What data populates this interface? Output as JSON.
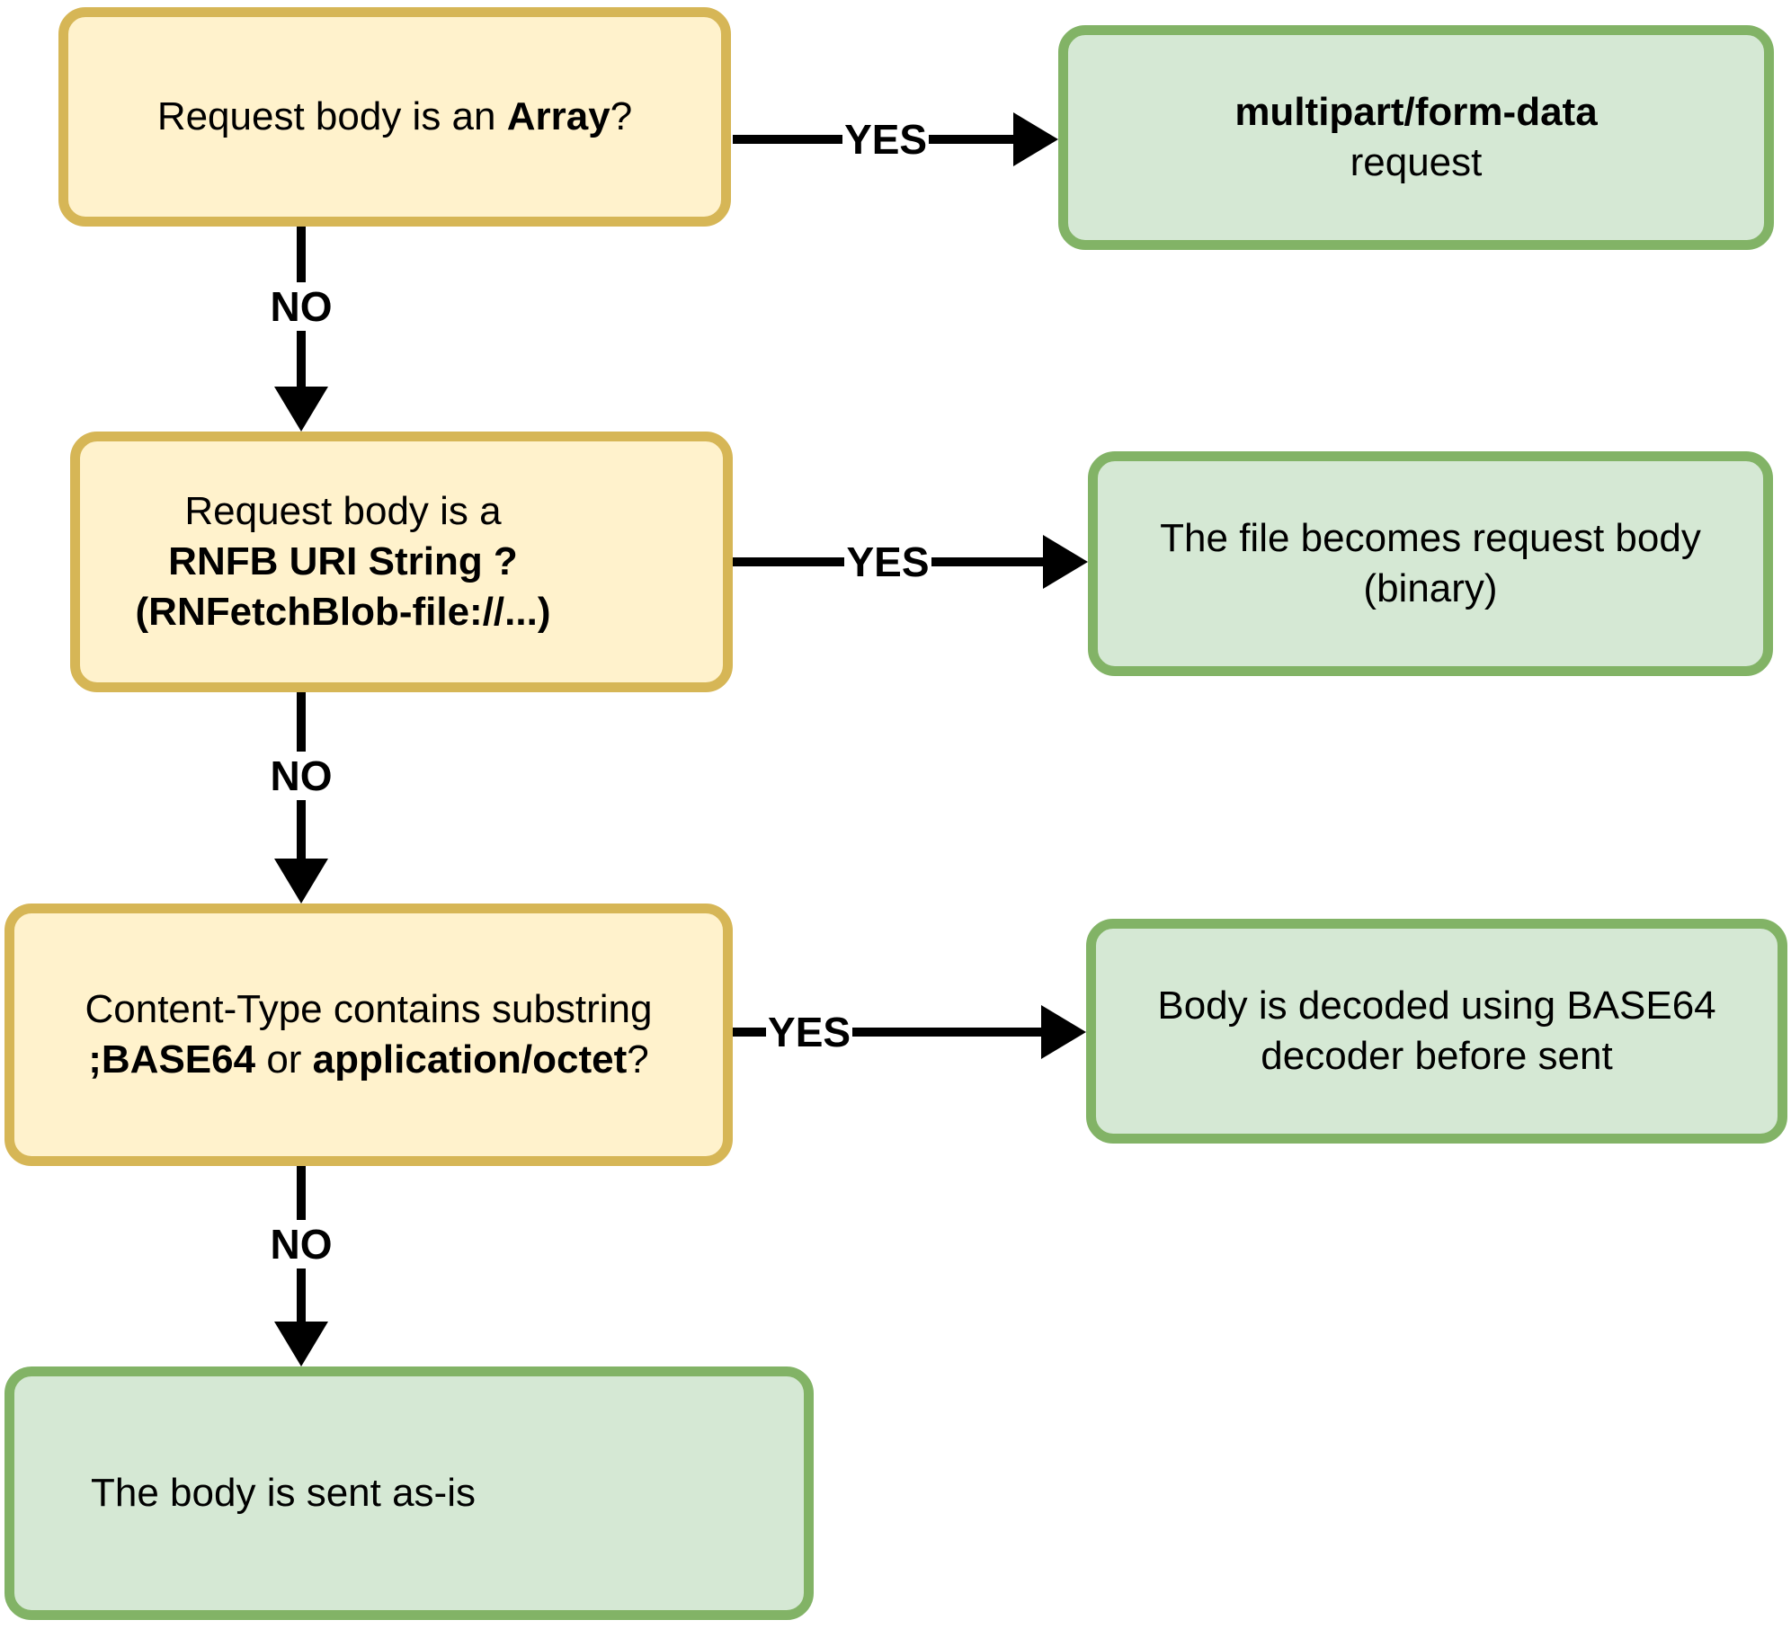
{
  "diagram": {
    "edge_labels": {
      "yes": "YES",
      "no": "NO"
    },
    "colors": {
      "question_fill": "#FFF2CC",
      "question_border": "#D6B656",
      "result_fill": "#D5E8D4",
      "result_border": "#82B366",
      "connector": "#000000"
    },
    "nodes": {
      "q_array": {
        "pre": "Request body is an ",
        "bold": "Array",
        "post": "?"
      },
      "r_multipart": {
        "line1_bold": "multipart/form-data",
        "line2": "request"
      },
      "q_rnfb_uri": {
        "line1": "Request body is a",
        "line2_bold": "RNFB URI String ?",
        "line3_bold": "(RNFetchBlob-file://...)"
      },
      "r_file_body": {
        "text": "The file becomes request body (binary)"
      },
      "q_content_type": {
        "line1": "Content-Type contains substring",
        "bold1": ";BASE64",
        "mid": " or ",
        "bold2": "application/octet",
        "post": "?"
      },
      "r_base64": {
        "text": "Body is decoded using BASE64 decoder before sent"
      },
      "r_as_is": {
        "text": "The body is sent as-is"
      }
    }
  }
}
